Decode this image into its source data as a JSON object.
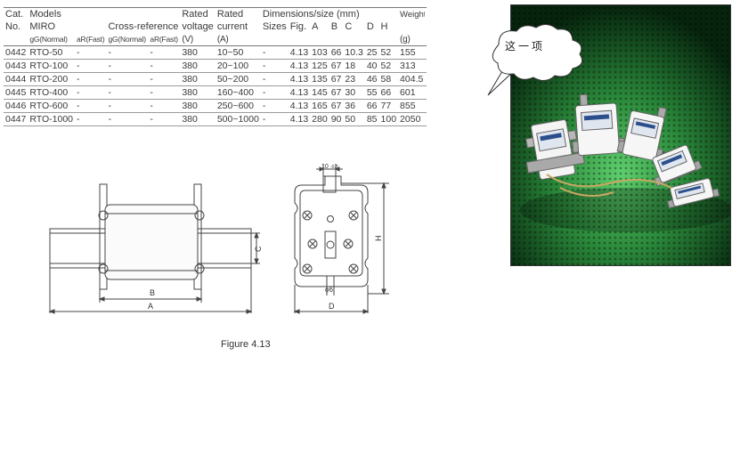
{
  "table": {
    "h1": [
      "Cat.",
      "Models",
      "",
      "",
      "",
      "Rated",
      "Rated",
      "Dimensions/size (mm)",
      "Weight"
    ],
    "h2": [
      "No.",
      "MIRO",
      "Cross-reference",
      "voltage",
      "current",
      "Sizes",
      "Fig.",
      "A",
      "B",
      "C",
      "D",
      "H",
      ""
    ],
    "h3": [
      "",
      "gG(Normal)",
      "aR(Fast)",
      "gG(Normal)",
      "aR(Fast)",
      "(V)",
      "(A)",
      "",
      "",
      "",
      "",
      "",
      "",
      "",
      "",
      "(g)"
    ],
    "rows": [
      [
        "0442",
        "RTO-50",
        "-",
        "-",
        "-",
        "380",
        "10~50",
        "-",
        "4.13",
        "103",
        "66",
        "10.3",
        "25",
        "52",
        "155"
      ],
      [
        "0443",
        "RTO-100",
        "-",
        "-",
        "-",
        "380",
        "20~100",
        "-",
        "4.13",
        "125",
        "67",
        "18",
        "40",
        "52",
        "313"
      ],
      [
        "0444",
        "RTO-200",
        "-",
        "-",
        "-",
        "380",
        "50~200",
        "-",
        "4.13",
        "135",
        "67",
        "23",
        "46",
        "58",
        "404.5"
      ],
      [
        "0445",
        "RTO-400",
        "-",
        "-",
        "-",
        "380",
        "160~400",
        "-",
        "4.13",
        "145",
        "67",
        "30",
        "55",
        "66",
        "601"
      ],
      [
        "0446",
        "RTO-600",
        "-",
        "-",
        "-",
        "380",
        "250~600",
        "-",
        "4.13",
        "165",
        "67",
        "36",
        "66",
        "77",
        "855"
      ],
      [
        "0447",
        "RTO-1000",
        "-",
        "-",
        "-",
        "380",
        "500~1000",
        "-",
        "4.13",
        "280",
        "90",
        "50",
        "85",
        "100",
        "2050"
      ]
    ]
  },
  "callout": {
    "text": "这一项"
  },
  "drawing": {
    "side_labels": {
      "b": "B",
      "a": "A",
      "c": "C"
    },
    "front_labels": {
      "top_width": "10",
      "top_tol": "-0.3",
      "hole": "ϕ6",
      "d": "D",
      "h": "H"
    }
  },
  "caption": "Figure 4.13",
  "colors": {
    "photo_bg": "#0f4a1c",
    "photo_glow": "#49b85a",
    "fuse_body": "#f4f4f4"
  }
}
